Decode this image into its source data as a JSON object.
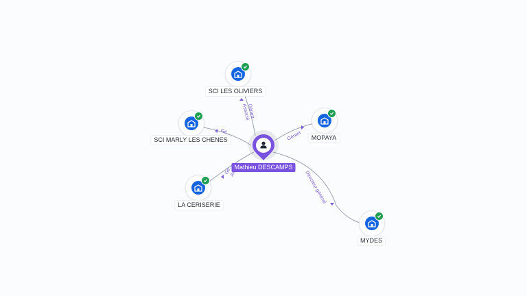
{
  "person": {
    "name": "Mathieu DESCAMPS",
    "icon": "person-icon",
    "color": "#7a52e0"
  },
  "companies": [
    {
      "name": "SCI LES OLIVIERS",
      "icon": "building-icon",
      "verified": true
    },
    {
      "name": "SCI MARLY LES CHENES",
      "icon": "building-icon",
      "verified": true
    },
    {
      "name": "MOPAYA",
      "icon": "building-icon",
      "verified": true
    },
    {
      "name": "LA CERISERIE",
      "icon": "building-icon",
      "verified": true
    },
    {
      "name": "MYDES",
      "icon": "building-icon",
      "verified": true
    }
  ],
  "relations": [
    {
      "label": "Gérant",
      "label2": "Associé"
    },
    {
      "label": "Gé...",
      "label2": ""
    },
    {
      "label": "Gérant",
      "label2": ""
    },
    {
      "label": "Gé...",
      "label2": "Ass..."
    },
    {
      "label": "Directeur général",
      "label2": ""
    }
  ],
  "colors": {
    "accent": "#7a52e0",
    "company": "#1565e0",
    "verified": "#1e9e52",
    "edge_label": "#7c5cd6"
  }
}
